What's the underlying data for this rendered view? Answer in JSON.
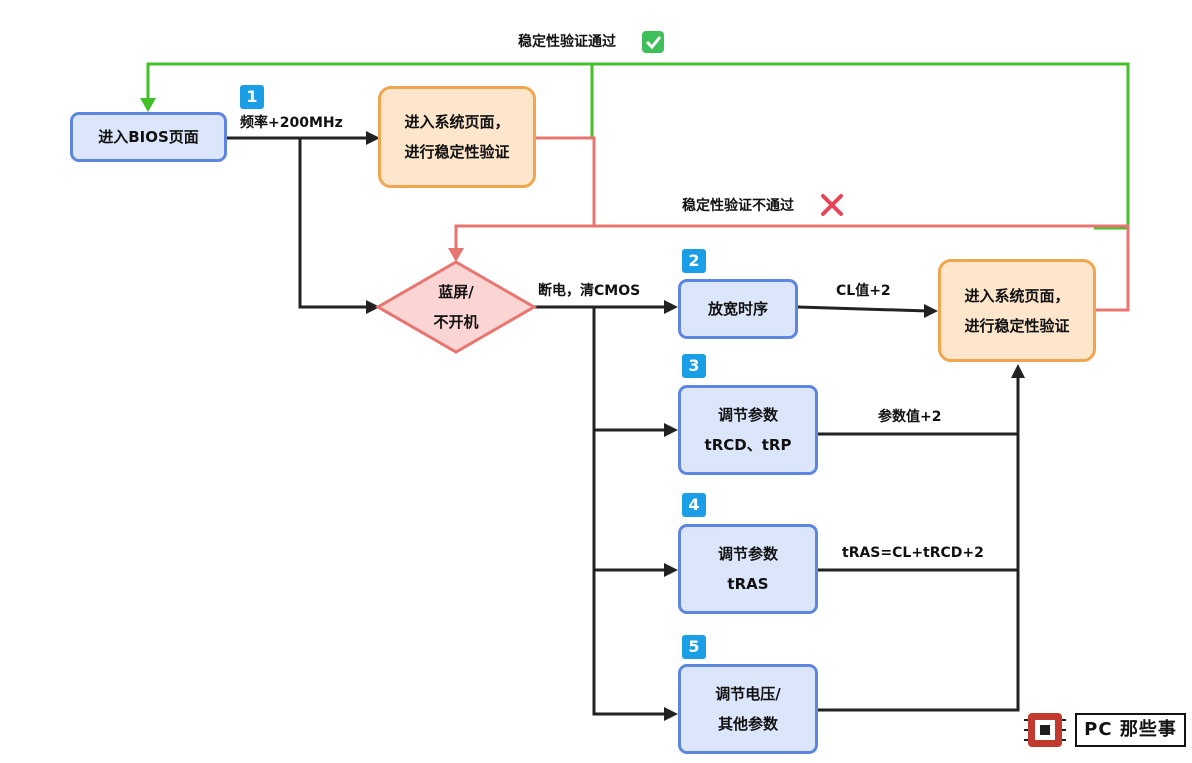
{
  "nodes": {
    "bios": "进入BIOS页面",
    "verify_top": [
      "进入系统页面，",
      "进行稳定性验证"
    ],
    "bluescreen": [
      "蓝屏/",
      "不开机"
    ],
    "loosen_timing": "放宽时序",
    "adjust_trcd": [
      "调节参数",
      "tRCD、tRP"
    ],
    "adjust_tras": [
      "调节参数",
      "tRAS"
    ],
    "adjust_voltage": [
      "调节电压/",
      "其他参数"
    ],
    "verify_right": [
      "进入系统页面，",
      "进行稳定性验证"
    ]
  },
  "edges": {
    "freq": "频率+200MHz",
    "pass": "稳定性验证通过",
    "fail": "稳定性验证不通过",
    "cmos": "断电，清CMOS",
    "cl": "CL值+2",
    "param": "参数值+2",
    "tras": "tRAS=CL+tRCD+2"
  },
  "steps": [
    "1",
    "2",
    "3",
    "4",
    "5"
  ],
  "icons": {
    "pass": "check-icon",
    "fail": "cross-icon",
    "logo": "chip-logo-icon"
  },
  "logo": "PC 那些事",
  "colors": {
    "green": "#44c02a",
    "red": "#e87570",
    "dark": "#222222",
    "blue_fill": "#dce6fb",
    "blue_stroke": "#5d86e0",
    "orange_fill": "#fde6cc",
    "orange_stroke": "#f0a64c",
    "badge": "#1a9fe6"
  }
}
